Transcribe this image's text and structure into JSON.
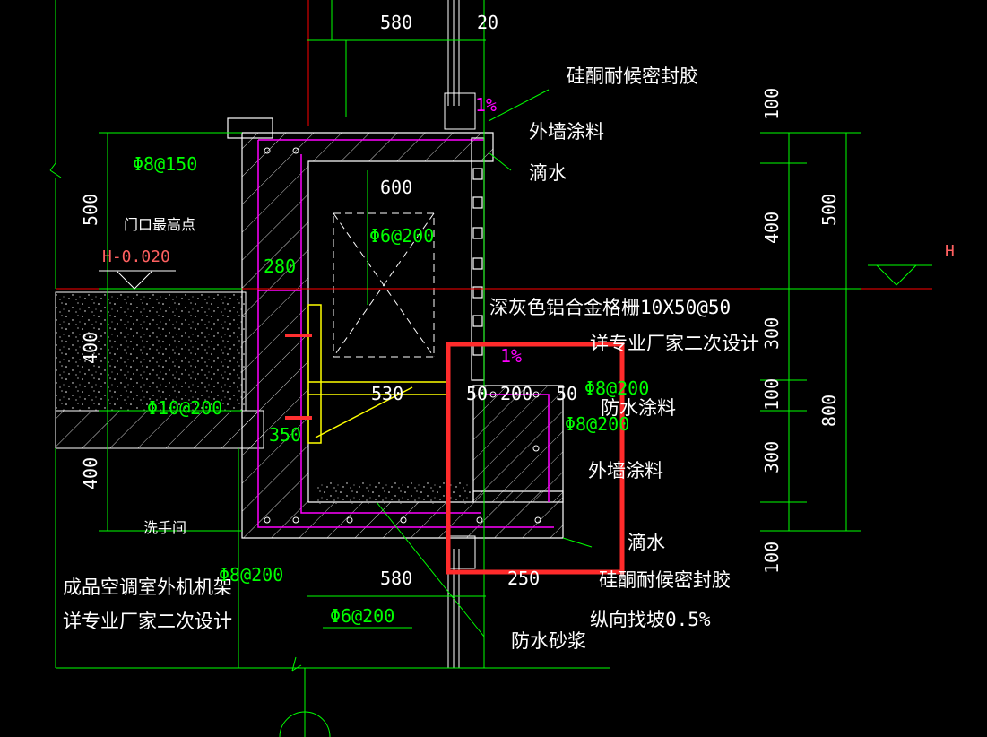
{
  "colors": {
    "background": "#000000",
    "dim": "#00ff00",
    "text": "#ffffff",
    "concrete": "#ff00ff",
    "yellow": "#ffff00",
    "red_line": "#ff0000",
    "highlight_box": "#ff2b2b",
    "level_mark": "#ff6060"
  },
  "dimensions": {
    "top_580": "580",
    "top_20": "20",
    "d600": "600",
    "d530": "530",
    "d50a": "50",
    "d200": "200",
    "d50b": "50",
    "d280": "280",
    "d350": "350",
    "bottom_580": "580",
    "bottom_250": "250",
    "left_500": "500",
    "left_400a": "400",
    "left_400b": "400",
    "right_100a": "100",
    "right_400": "400",
    "right_500": "500",
    "right_300a": "300",
    "right_100b": "100",
    "right_800": "800",
    "right_300b": "300",
    "right_100c": "100"
  },
  "labels": {
    "sealant_top": "硅酮耐候密封胶",
    "paint_top": "外墙涂料",
    "drip_top": "滴水",
    "rebar_8_150": "Φ8@150",
    "door_highest": "门口最高点",
    "level_h": "H-0.020",
    "rebar_6_200_top": "Φ6@200",
    "grille": "深灰色铝合金格栅10X50@50",
    "grille_note": "详专业厂家二次设计",
    "slope_top": "1%",
    "slope_mid": "1%",
    "rebar_8_200_a": "Φ8@200",
    "rebar_8_200_b": "Φ8@200",
    "waterproof_paint": "防水涂料",
    "paint_mid": "外墙涂料",
    "rebar_10_200": "Φ10@200",
    "washroom": "洗手间",
    "drip_bottom": "滴水",
    "sealant_bottom": "硅酮耐候密封胶",
    "longitudinal_slope": "纵向找坡0.5%",
    "waterproof_mortar": "防水砂浆",
    "rebar_8_200_left": "Φ8@200",
    "rebar_6_200_bottom": "Φ6@200",
    "ac_frame": "成品空调室外机机架",
    "ac_frame_note": "详专业厂家二次设计",
    "level_right": "H"
  }
}
